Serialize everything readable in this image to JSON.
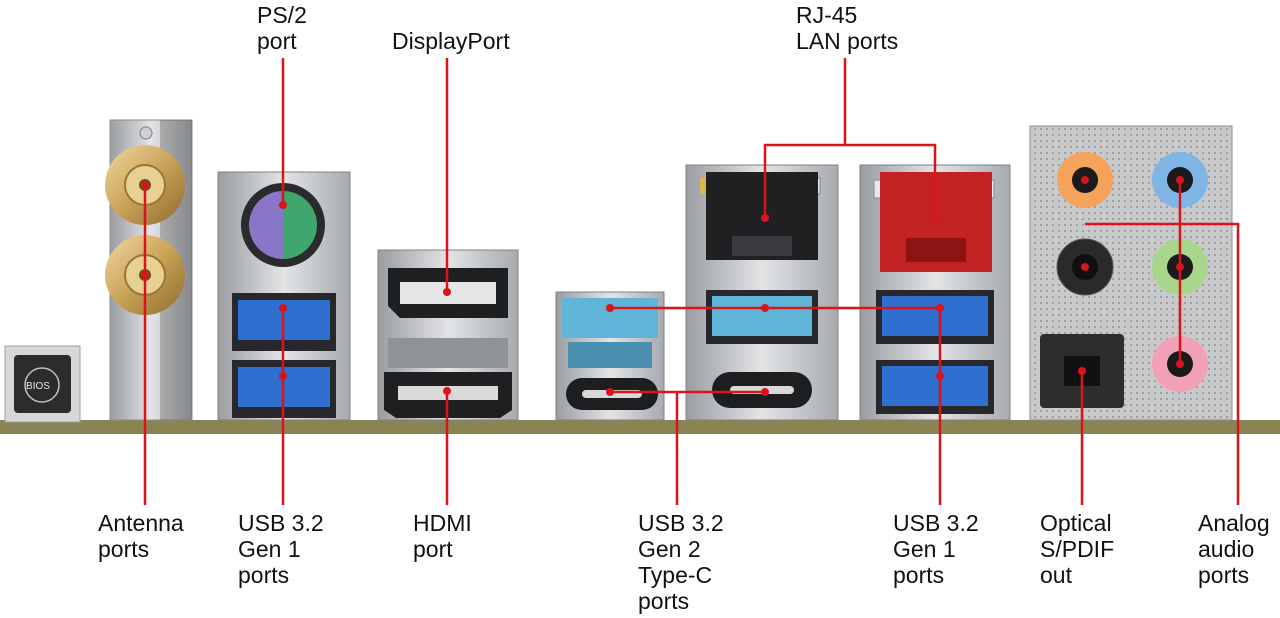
{
  "colors": {
    "callout_line": "#d9141a",
    "steel": "#c9cbce",
    "pcb": "#8a8455",
    "usb3_blue": "#2f6fd0",
    "usb_gen2_teal": "#5fb5d8",
    "lan_red": "#c42222",
    "audio_orange": "#f5a25a",
    "audio_blue": "#7fb6e6",
    "audio_green": "#a8d68c",
    "audio_pink": "#f2a0b6",
    "ps2_purple": "#8a76c9",
    "ps2_green": "#3fa66e"
  },
  "button_text": "BIOS",
  "labels": {
    "ps2": [
      "PS/2",
      "port"
    ],
    "displayport": [
      "DisplayPort"
    ],
    "rj45": [
      "RJ-45",
      "LAN ports"
    ],
    "antenna": [
      "Antenna",
      "ports"
    ],
    "usb_left": [
      "USB 3.2",
      "Gen 1",
      "ports"
    ],
    "hdmi": [
      "HDMI",
      "port"
    ],
    "usb_typec": [
      "USB 3.2",
      "Gen 2",
      "Type-C",
      "ports"
    ],
    "usb_right": [
      "USB 3.2",
      "Gen 1",
      "ports"
    ],
    "optical": [
      "Optical",
      "S/PDIF",
      "out"
    ],
    "audio": [
      "Analog",
      "audio",
      "ports"
    ]
  }
}
